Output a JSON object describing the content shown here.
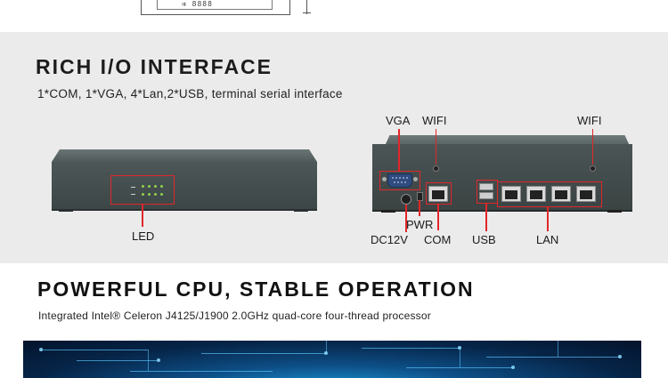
{
  "top_drawing": {
    "glyph": "⇉ 8888"
  },
  "io_section": {
    "title": "RICH I/O INTERFACE",
    "subtitle": "1*COM, 1*VGA, 4*Lan,2*USB, terminal serial interface",
    "front_labels": {
      "led": "LED"
    },
    "back_labels": {
      "vga": "VGA",
      "wifi_left": "WIFI",
      "wifi_right": "WIFI",
      "pwr": "PWR",
      "dc12v": "DC12V",
      "com": "COM",
      "usb": "USB",
      "lan": "LAN"
    }
  },
  "cpu_section": {
    "title": "POWERFUL CPU, STABLE OPERATION",
    "subtitle": "Integrated Intel® Celeron J4125/J1900 2.0GHz quad-core four-thread processor"
  },
  "colors": {
    "section_bg": "#ebebeb",
    "annotation_red": "#e2262a",
    "device_body": "#45504f",
    "vga_blue": "#2f4b7f",
    "circuit_blue": "#0d4e86"
  }
}
